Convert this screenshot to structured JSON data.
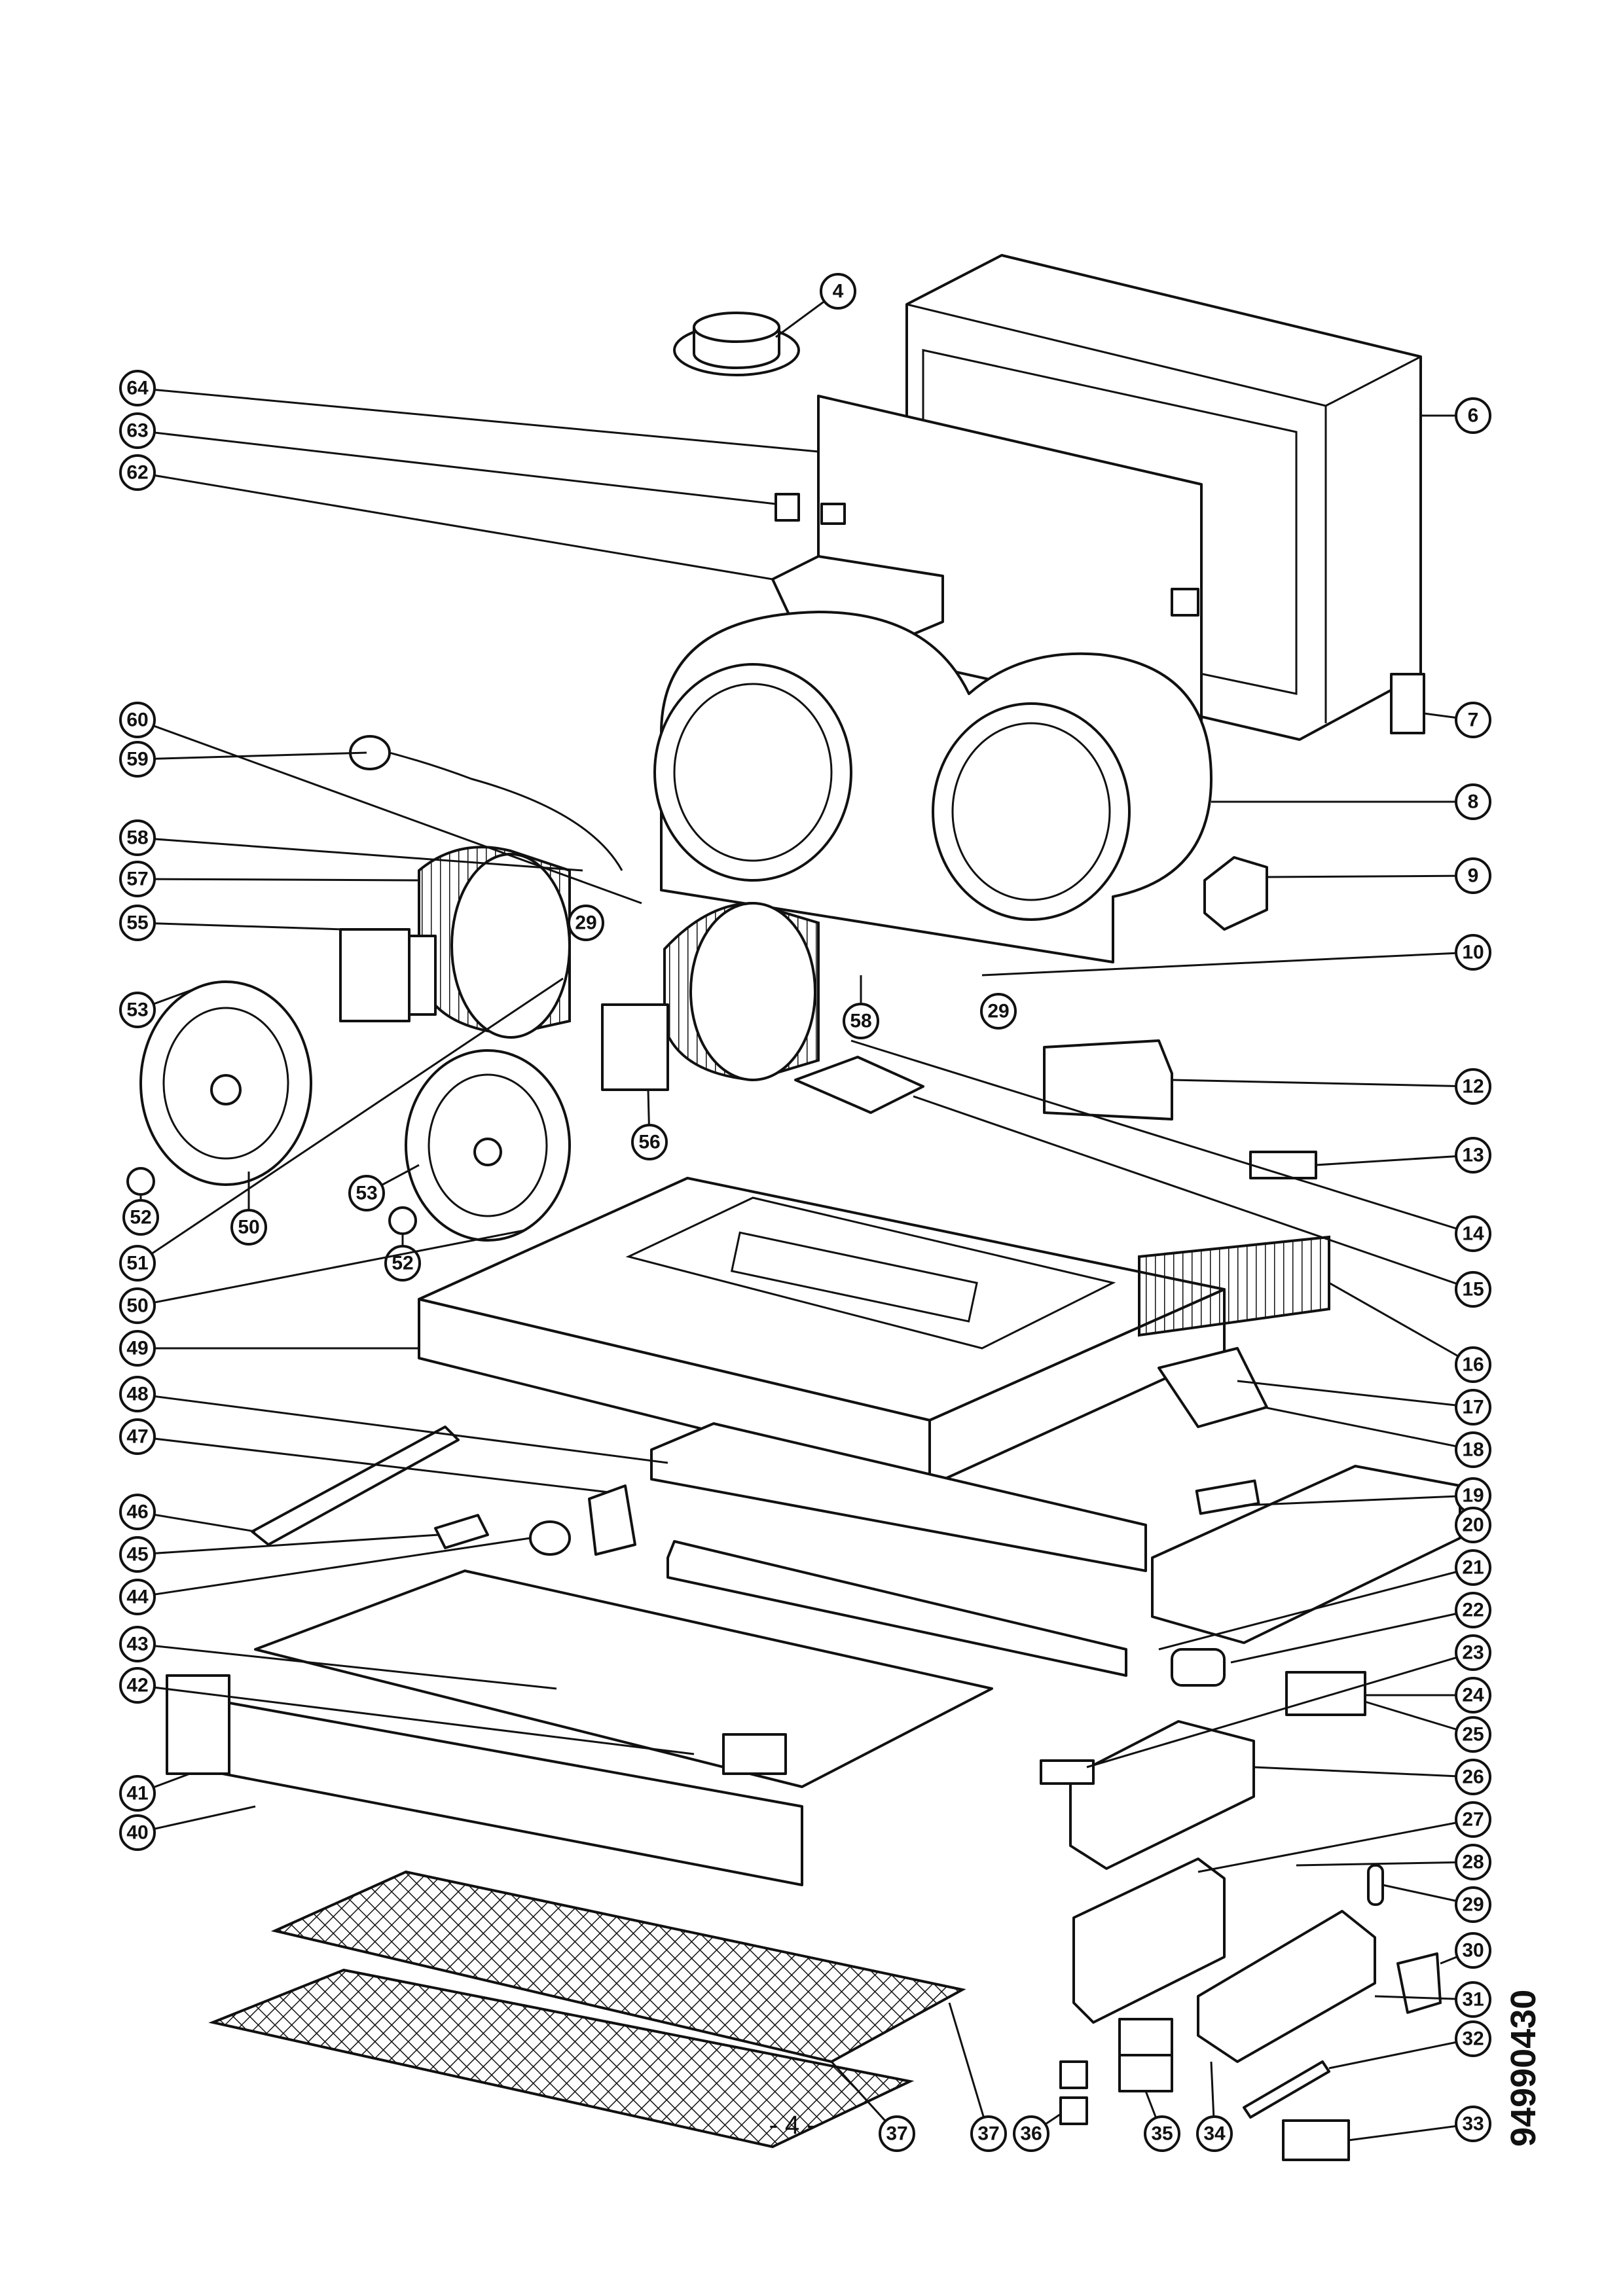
{
  "callouts": [
    {
      "label": "4"
    },
    {
      "label": "6"
    },
    {
      "label": "64"
    },
    {
      "label": "63"
    },
    {
      "label": "62"
    },
    {
      "label": "7"
    },
    {
      "label": "8"
    },
    {
      "label": "60"
    },
    {
      "label": "59"
    },
    {
      "label": "58"
    },
    {
      "label": "57"
    },
    {
      "label": "55"
    },
    {
      "label": "9"
    },
    {
      "label": "10"
    },
    {
      "label": "29"
    },
    {
      "label": "29"
    },
    {
      "label": "58"
    },
    {
      "label": "53"
    },
    {
      "label": "12"
    },
    {
      "label": "13"
    },
    {
      "label": "56"
    },
    {
      "label": "14"
    },
    {
      "label": "52"
    },
    {
      "label": "50"
    },
    {
      "label": "53"
    },
    {
      "label": "15"
    },
    {
      "label": "51"
    },
    {
      "label": "52"
    },
    {
      "label": "50"
    },
    {
      "label": "16"
    },
    {
      "label": "17"
    },
    {
      "label": "49"
    },
    {
      "label": "18"
    },
    {
      "label": "48"
    },
    {
      "label": "19"
    },
    {
      "label": "47"
    },
    {
      "label": "46"
    },
    {
      "label": "20"
    },
    {
      "label": "45"
    },
    {
      "label": "21"
    },
    {
      "label": "44"
    },
    {
      "label": "22"
    },
    {
      "label": "43"
    },
    {
      "label": "23"
    },
    {
      "label": "42"
    },
    {
      "label": "24"
    },
    {
      "label": "25"
    },
    {
      "label": "41"
    },
    {
      "label": "26"
    },
    {
      "label": "40"
    },
    {
      "label": "27"
    },
    {
      "label": "28"
    },
    {
      "label": "29"
    },
    {
      "label": "30"
    },
    {
      "label": "31"
    },
    {
      "label": "32"
    },
    {
      "label": "37"
    },
    {
      "label": "37"
    },
    {
      "label": "36"
    },
    {
      "label": "35"
    },
    {
      "label": "34"
    },
    {
      "label": "33"
    }
  ],
  "page_number": "- 4 -",
  "document_code": "94990430"
}
